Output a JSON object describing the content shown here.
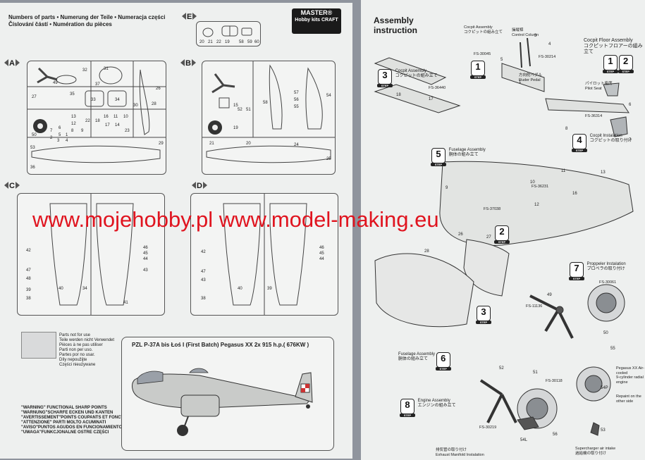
{
  "left_sheet": {
    "header_lines": [
      "Numbers of parts • Numerung der Teile • Numeracja części",
      "Číslování částí • Numération du pièces"
    ],
    "logo": {
      "line1": "MASTER®",
      "line2": "Hobby kits CRAFT"
    },
    "sprues": [
      {
        "letter": "A",
        "numbers": [
          "32",
          "31",
          "49",
          "37",
          "26",
          "28",
          "35",
          "27",
          "30",
          "33",
          "34",
          "16",
          "11",
          "10",
          "22",
          "18",
          "17",
          "14",
          "13",
          "12",
          "8",
          "9",
          "23",
          "50",
          "6",
          "5",
          "1",
          "7",
          "2",
          "3",
          "4",
          "53",
          "36",
          "29"
        ]
      },
      {
        "letter": "B",
        "numbers": [
          "57",
          "56",
          "58",
          "55",
          "52",
          "51",
          "54",
          "21",
          "20",
          "19",
          "15",
          "24",
          "25"
        ]
      },
      {
        "letter": "C",
        "numbers": [
          "42",
          "46",
          "45",
          "44",
          "47",
          "48",
          "40",
          "34",
          "39",
          "38",
          "43",
          "41"
        ]
      },
      {
        "letter": "D",
        "numbers": [
          "42",
          "46",
          "45",
          "44",
          "47",
          "43",
          "40",
          "39",
          "38"
        ]
      },
      {
        "letter": "E",
        "numbers": [
          "20",
          "21",
          "22",
          "19",
          "58",
          "59",
          "60"
        ]
      }
    ],
    "legend_lines": [
      "Parts not for use",
      "Teile werden nicht Verwendet",
      "Pièces à ne pas utiliser",
      "Parti non per uso.",
      "Partes por no usar.",
      "Díly nepoužijte",
      "Części nieużywane"
    ],
    "warning_lines": [
      "\"WARNING\" FUNCTIONAL SHARP POINTS",
      "\"WARNUNG\"SCHARFE ECKEN UND KANTEN",
      "\"AVERTISSEMENT\"POINTS COUPANTS ET FONCTIONNELS",
      "\"ATTENZIONE\" PARTI MOLTO ACUMINATI",
      "\"AVISO\"PUNTOS AGUDOS EN FUNCIONAMIENTO",
      "\"UWAGA\"FUNKCJONALNE OSTRE CZĘŚCI"
    ],
    "profile_title": "PZL P-37A bis Łoś I (First Batch) Pegasus XX 2x 915 h.p.( 676KW )"
  },
  "right_sheet": {
    "title_line1": "Assembly",
    "title_line2": "instruction",
    "steps": [
      {
        "num": "1",
        "label_en": "Cocpit Assembly",
        "label_jp": "コクピットの組み立て"
      },
      {
        "num": "2",
        "label_en": "",
        "label_jp": ""
      },
      {
        "num": "3",
        "label_en": "Cocpit Assembly",
        "label_jp": "コクピットの組み立て"
      },
      {
        "num": "4",
        "label_en": "Cocpit Instalation",
        "label_jp": "コクピットの取り付け"
      },
      {
        "num": "5",
        "label_en": "Fuselage Assembly",
        "label_jp": "胴体の組み立て"
      },
      {
        "num": "6",
        "label_en": "Fuselage Assembly",
        "label_jp": "胴体の組み立て"
      },
      {
        "num": "7",
        "label_en": "Proppeler Instalation",
        "label_jp": "プロペラの取り付け"
      },
      {
        "num": "8",
        "label_en": "Engine Assembly",
        "label_jp": "エンジンの組み立て"
      }
    ],
    "cockpit_floor": {
      "label_en": "Cocpit Floor Assembly",
      "label_jp": "コクピットフロアーの組み立て"
    },
    "control_column": {
      "label_jp": "操縦桿",
      "label_en": "Control Column"
    },
    "rudder_pedal": {
      "label_jp": "方向舵ペダル",
      "label_en": "Ruder Pedal"
    },
    "pilot_seat": {
      "label_jp": "パイロット座席",
      "label_en": "Pilot Seat"
    },
    "exhaust": {
      "label_jp": "排気管の取り付け",
      "label_en": "Exhaust Manifold Instalation"
    },
    "supercharger": {
      "label_en": "Supercharger air intake",
      "label_jp": "過給機の取り付け"
    },
    "engine_note": [
      "Pegasus XX Air-cooled",
      "9-cylinder radial engine"
    ],
    "repaint_note": "Repaint on the other side",
    "step_word": "STEP",
    "colour_tags": [
      "FS-30045",
      "FS-30214",
      "FS-36314",
      "FS-36440",
      "FS-36231",
      "FS-37038",
      "FS-11136",
      "FS-30061",
      "FS-30118",
      "FS-30219"
    ],
    "part_numbers": [
      "2",
      "1",
      "3",
      "4",
      "5",
      "6",
      "7",
      "8",
      "9",
      "10",
      "11",
      "12",
      "13",
      "16",
      "17",
      "18",
      "26",
      "27",
      "28",
      "49",
      "50",
      "51",
      "52",
      "53",
      "54L",
      "54P",
      "55",
      "56"
    ]
  },
  "watermark": "www.mojehobby.pl www.model-making.eu",
  "colors": {
    "watermark": "#e0141f",
    "background": "#8f949d",
    "sheet": "#eef0ef",
    "ink": "#1c1c1c"
  }
}
